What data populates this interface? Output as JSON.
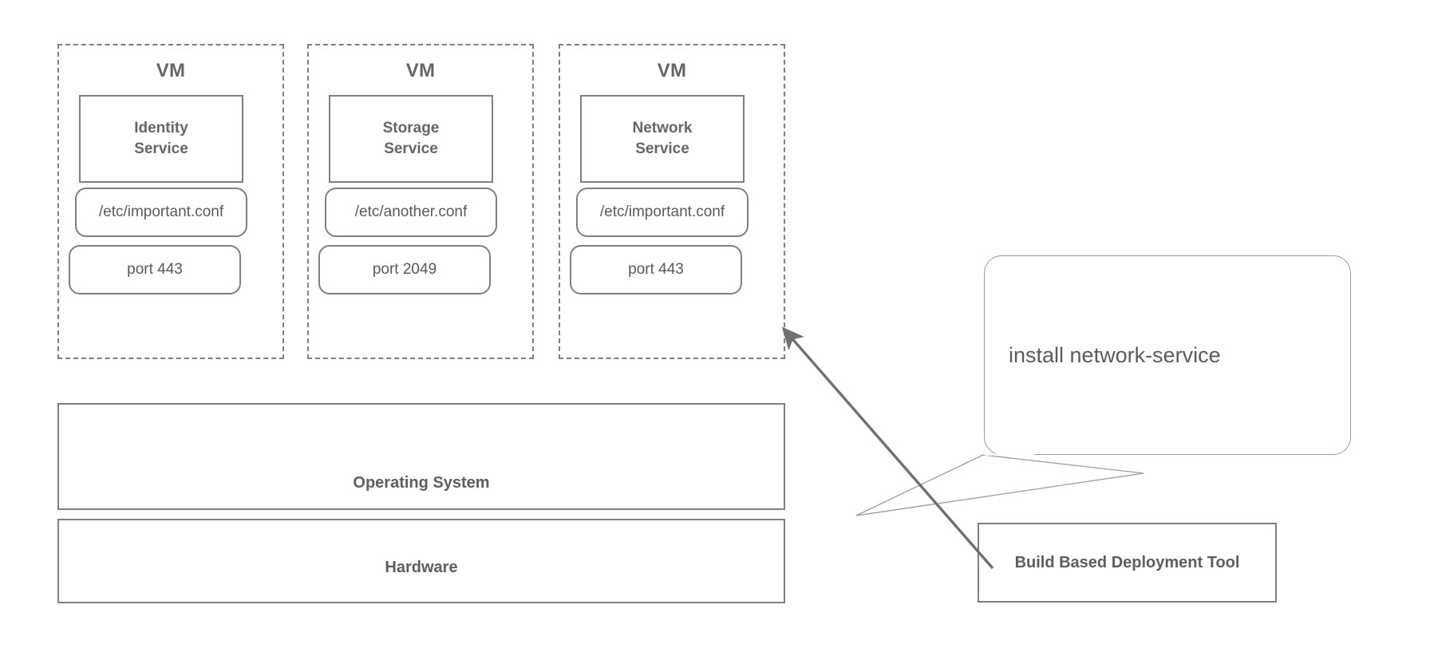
{
  "diagram": {
    "title_hidden": "",
    "colors": {
      "stroke": "#808080",
      "bubble_stroke": "#9a9a9a",
      "text": "#5e5e5e",
      "title_text": "#666666",
      "background": "#ffffff",
      "arrow": "#707070"
    },
    "vms": [
      {
        "title": "VM",
        "service": "Identity\nService",
        "service_line1": "Identity",
        "service_line2": "Service",
        "config": "/etc/important.conf",
        "port": "port 443"
      },
      {
        "title": "VM",
        "service": "Storage\nService",
        "service_line1": "Storage",
        "service_line2": "Service",
        "config": "/etc/another.conf",
        "port": "port 2049"
      },
      {
        "title": "VM",
        "service": "Network\nService",
        "service_line1": "Network",
        "service_line2": "Service",
        "config": "/etc/important.conf",
        "port": "port 443"
      }
    ],
    "layers": [
      {
        "label": "Operating System"
      },
      {
        "label": "Hardware"
      }
    ],
    "callout": {
      "bubble_text": "install network-service",
      "tool_label": "Build Based Deployment Tool"
    },
    "annotations": {
      "arrow_from": "Build Based Deployment Tool",
      "arrow_to": "VM 3 port 443"
    }
  }
}
